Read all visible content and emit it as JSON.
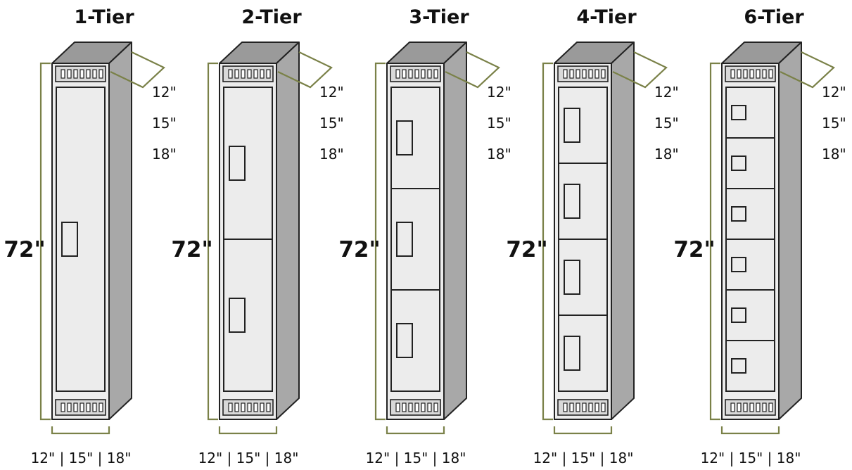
{
  "colors": {
    "top": "#9a9a9a",
    "side": "#a8a8a8",
    "front": "#ececec",
    "outline": "#222222",
    "dimension": "#7a8148"
  },
  "lockers": [
    {
      "title": "1-Tier",
      "tiers": 1,
      "height_label": "72\"",
      "depth_labels": [
        "12\"",
        "15\"",
        "18\""
      ],
      "width_label": "12\" | 15\" | 18\""
    },
    {
      "title": "2-Tier",
      "tiers": 2,
      "height_label": "72\"",
      "depth_labels": [
        "12\"",
        "15\"",
        "18\""
      ],
      "width_label": "12\" | 15\" | 18\""
    },
    {
      "title": "3-Tier",
      "tiers": 3,
      "height_label": "72\"",
      "depth_labels": [
        "12\"",
        "15\"",
        "18\""
      ],
      "width_label": "12\" | 15\" | 18\""
    },
    {
      "title": "4-Tier",
      "tiers": 4,
      "height_label": "72\"",
      "depth_labels": [
        "12\"",
        "15\"",
        "18\""
      ],
      "width_label": "12\" | 15\" | 18\""
    },
    {
      "title": "6-Tier",
      "tiers": 6,
      "height_label": "72\"",
      "depth_labels": [
        "12\"",
        "15\"",
        "18\""
      ],
      "width_label": "12\" | 15\" | 18\""
    }
  ]
}
